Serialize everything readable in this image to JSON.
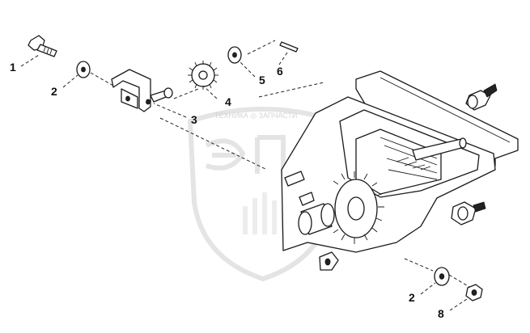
{
  "callouts": [
    {
      "id": "1",
      "label": "1"
    },
    {
      "id": "2a",
      "label": "2"
    },
    {
      "id": "3",
      "label": "3"
    },
    {
      "id": "4",
      "label": "4"
    },
    {
      "id": "5",
      "label": "5"
    },
    {
      "id": "6",
      "label": "6"
    },
    {
      "id": "2b",
      "label": "2"
    },
    {
      "id": "8",
      "label": "8"
    }
  ],
  "watermark": {
    "tagline": "ТЕХНИКА ◎ ЗАПЧАСТИ"
  },
  "colors": {
    "ink": "#1a1a1a",
    "watermark": "#e2e2e2",
    "background": "#ffffff"
  }
}
